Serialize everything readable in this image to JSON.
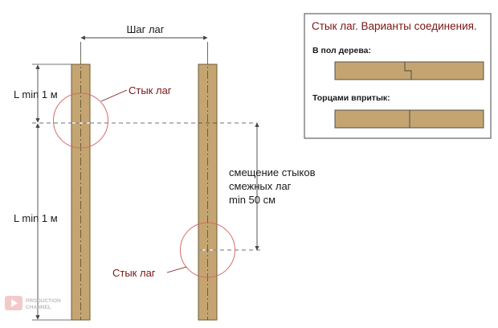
{
  "labels": {
    "spacing": "Шаг лаг",
    "l_min_top": "L min 1 м",
    "l_min_bottom": "L min 1 м",
    "joint_top": "Стык лаг",
    "joint_bottom": "Стык лаг",
    "offset_line1": "смещение стыков",
    "offset_line2": "смежных лаг",
    "offset_line3": "min 50 см"
  },
  "legend": {
    "title": "Стык лаг. Варианты соединения.",
    "option1": "В пол дерева:",
    "option2": "Торцами впритык:"
  },
  "watermark": {
    "line1": "PRODUCTION",
    "line2": "CHANNEL"
  },
  "colors": {
    "wood": "#c4a571",
    "wood_dark": "#a78650",
    "accent_red": "#7a1414",
    "circle": "#d46a6a",
    "line": "#444444"
  }
}
